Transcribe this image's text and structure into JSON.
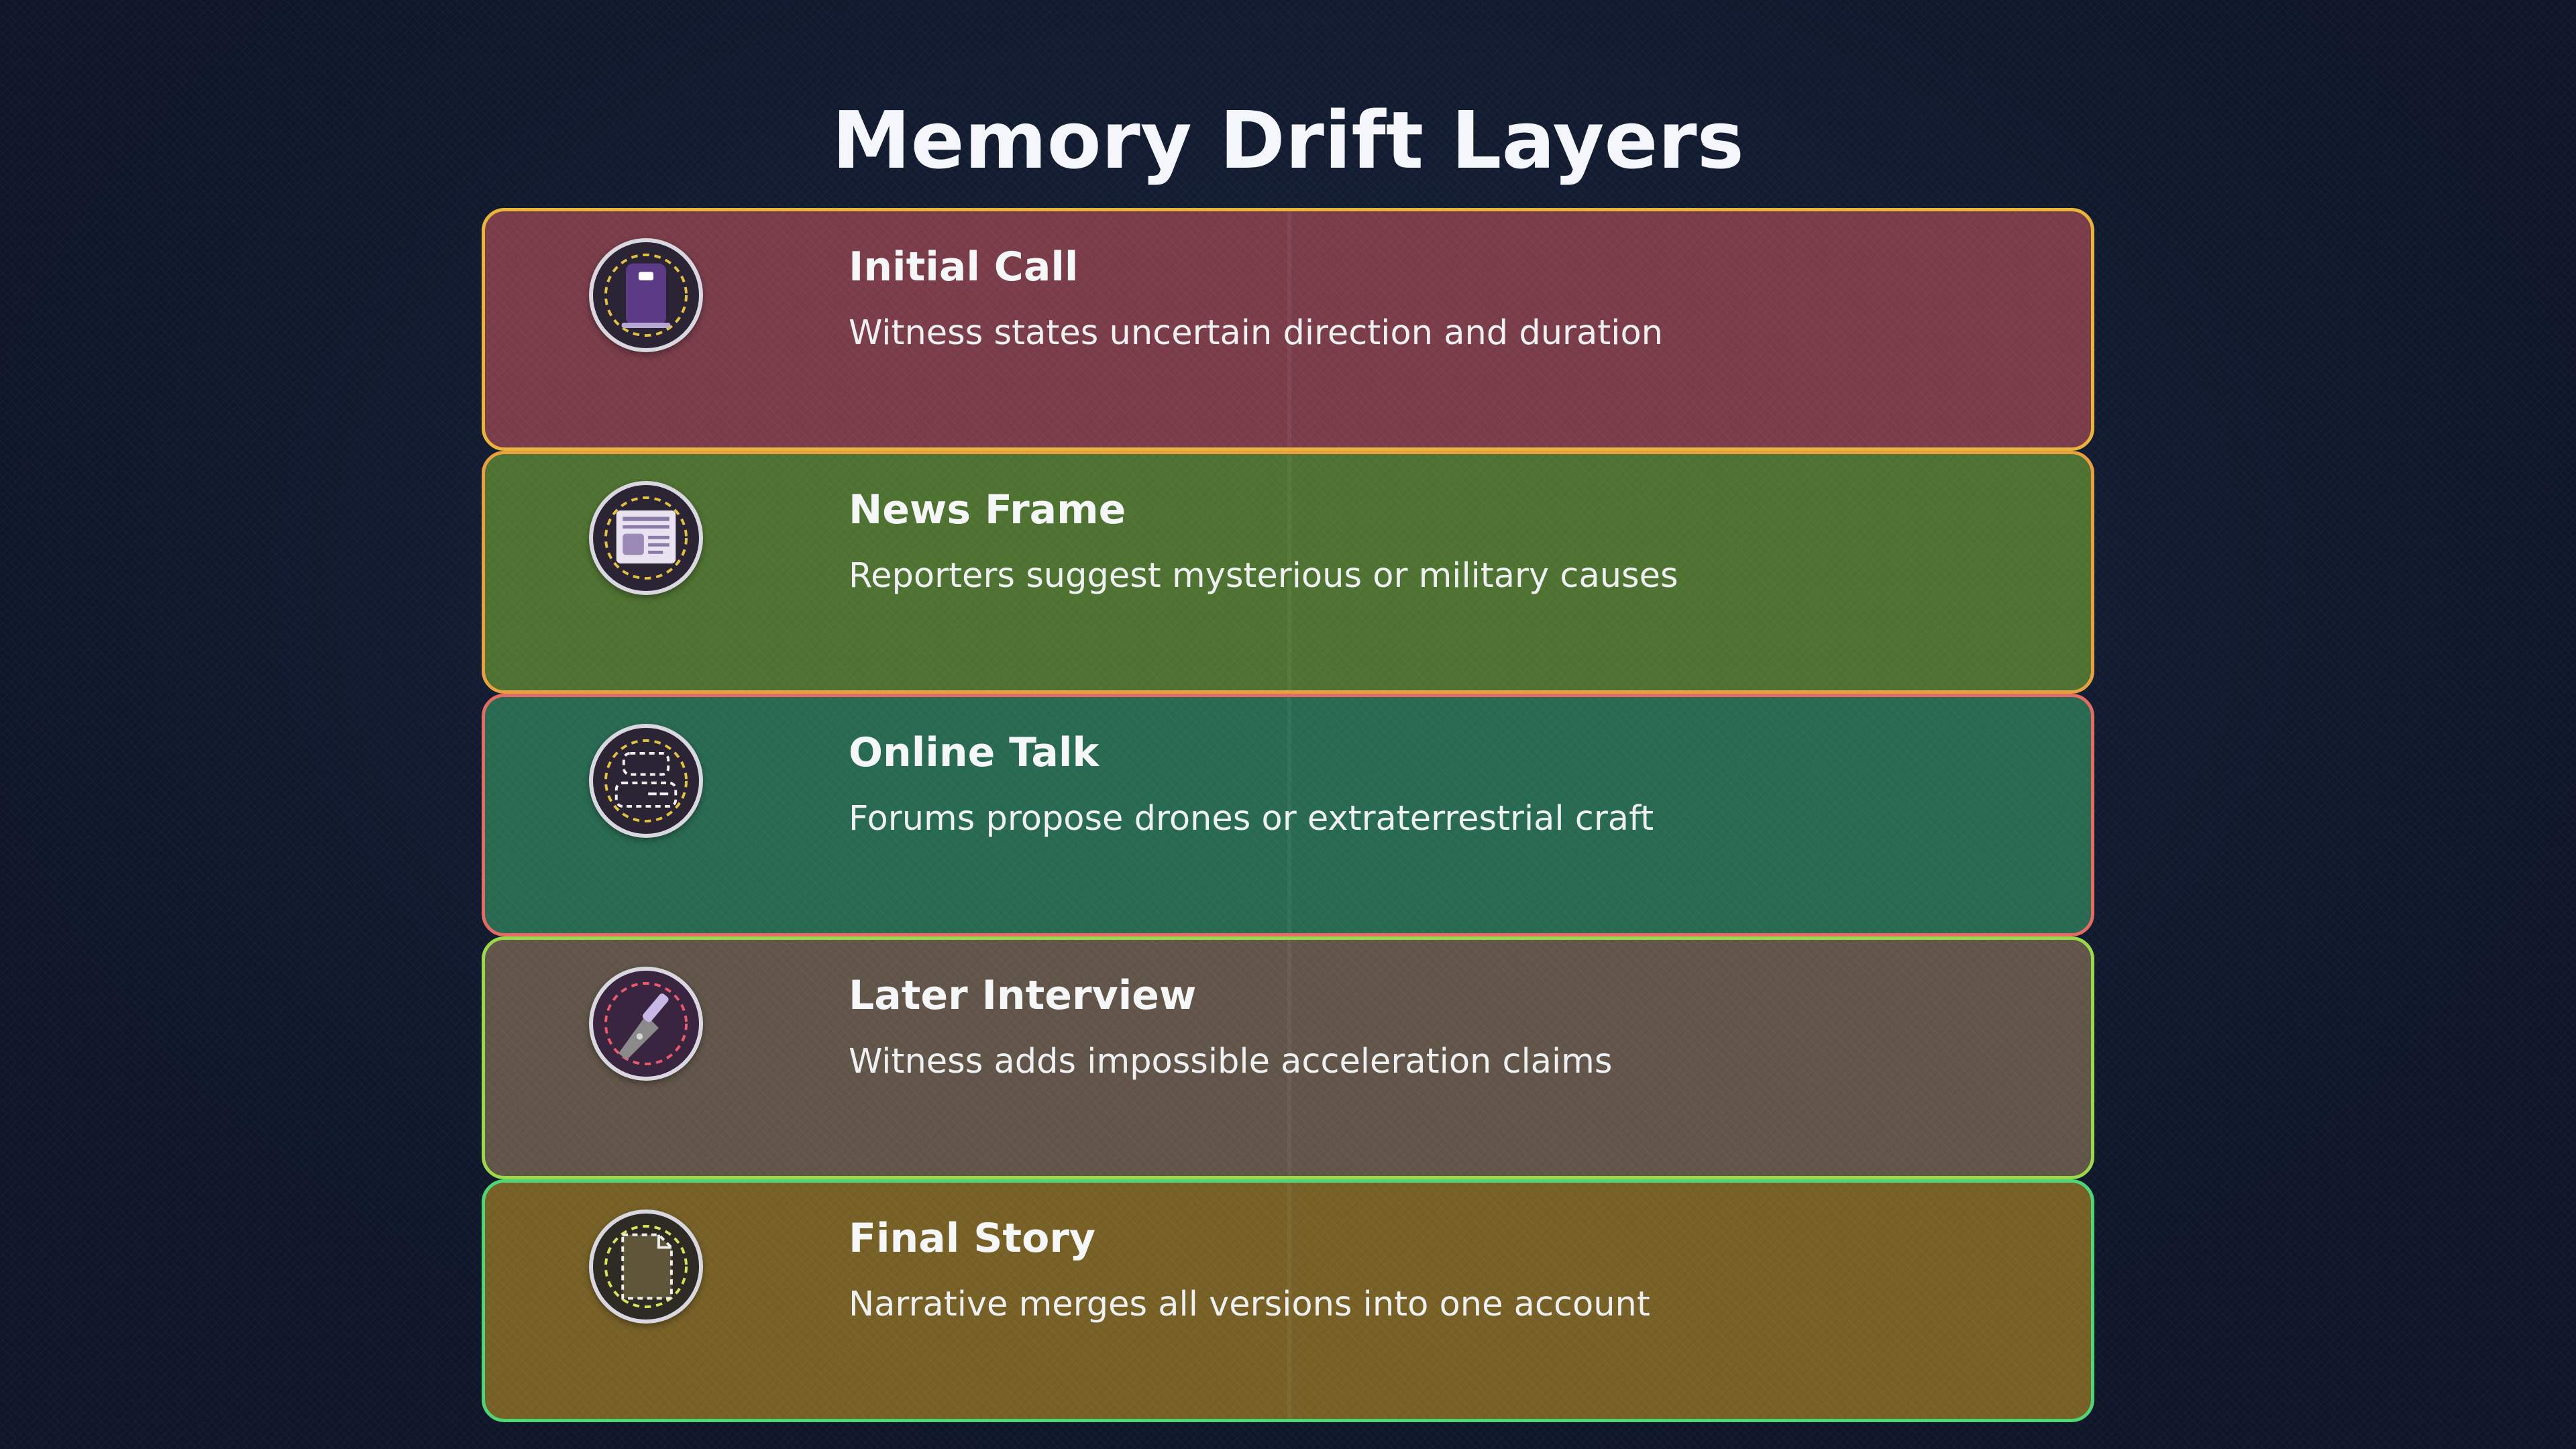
{
  "title": "Memory Drift Layers",
  "layers": [
    {
      "title": "Initial Call",
      "desc": "Witness states uncertain direction and duration",
      "icon": "phone-icon",
      "fill": "#7b3d4a",
      "border": "#e9b43a"
    },
    {
      "title": "News Frame",
      "desc": "Reporters suggest mysterious or military causes",
      "icon": "newspaper-icon",
      "fill": "#4f7332",
      "border": "#e8a040"
    },
    {
      "title": "Online Talk",
      "desc": "Forums propose drones or extraterrestrial craft",
      "icon": "chat-bubbles-icon",
      "fill": "#296b52",
      "border": "#e46a64"
    },
    {
      "title": "Later Interview",
      "desc": "Witness adds impossible acceleration claims",
      "icon": "microphone-icon",
      "fill": "#62564a",
      "border": "#9bd94a"
    },
    {
      "title": "Final Story",
      "desc": "Narrative merges all versions into one account",
      "icon": "document-icon",
      "fill": "#786127",
      "border": "#4fd476"
    }
  ]
}
